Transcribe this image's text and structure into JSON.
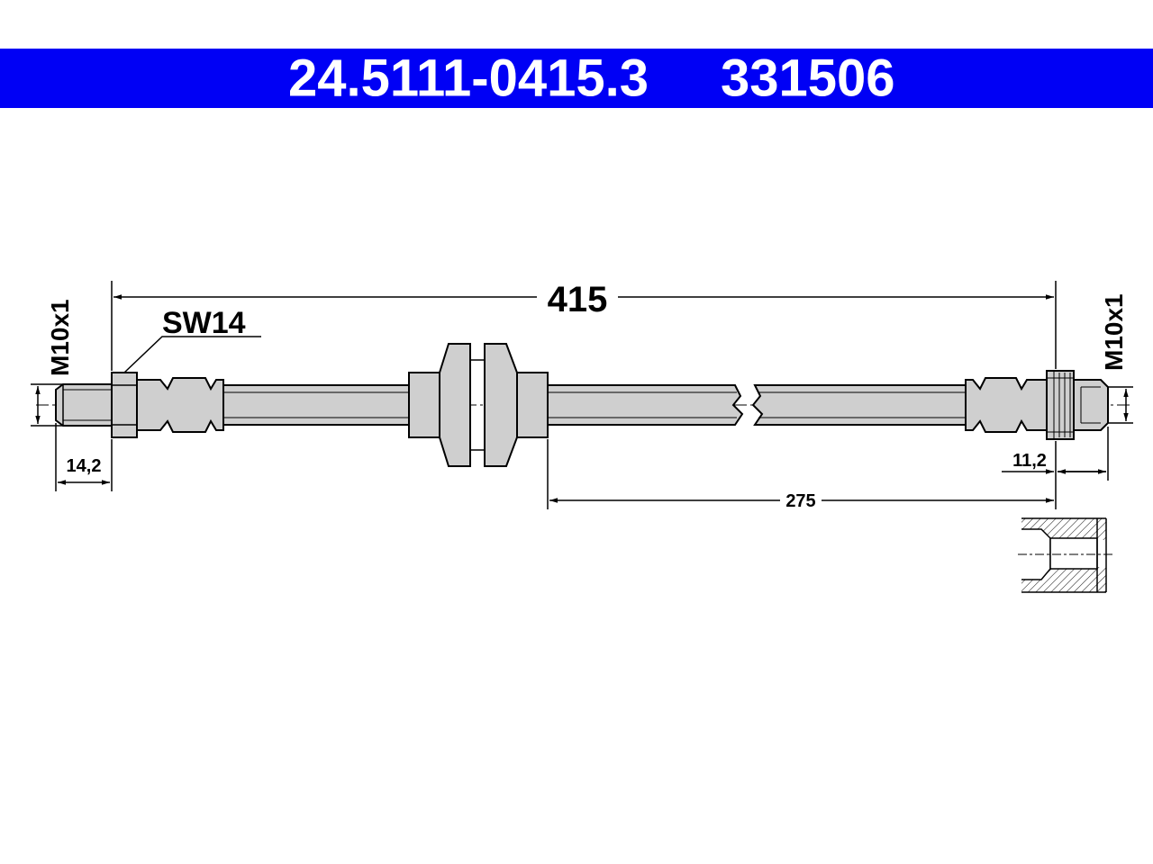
{
  "colors": {
    "header_bg": "#0000f5",
    "header_text": "#ffffff",
    "part_fill": "#cfcfcf",
    "line": "#000000"
  },
  "header": {
    "part_number": "24.5111-0415.3",
    "ref_number": "331506"
  },
  "dimensions": {
    "total_length": "415",
    "wrench_size": "SW14",
    "thread_left": "M10x1",
    "thread_right": "M10x1",
    "left_fitting_length": "14,2",
    "right_fitting_length": "11,2",
    "bracket_to_end": "275"
  }
}
